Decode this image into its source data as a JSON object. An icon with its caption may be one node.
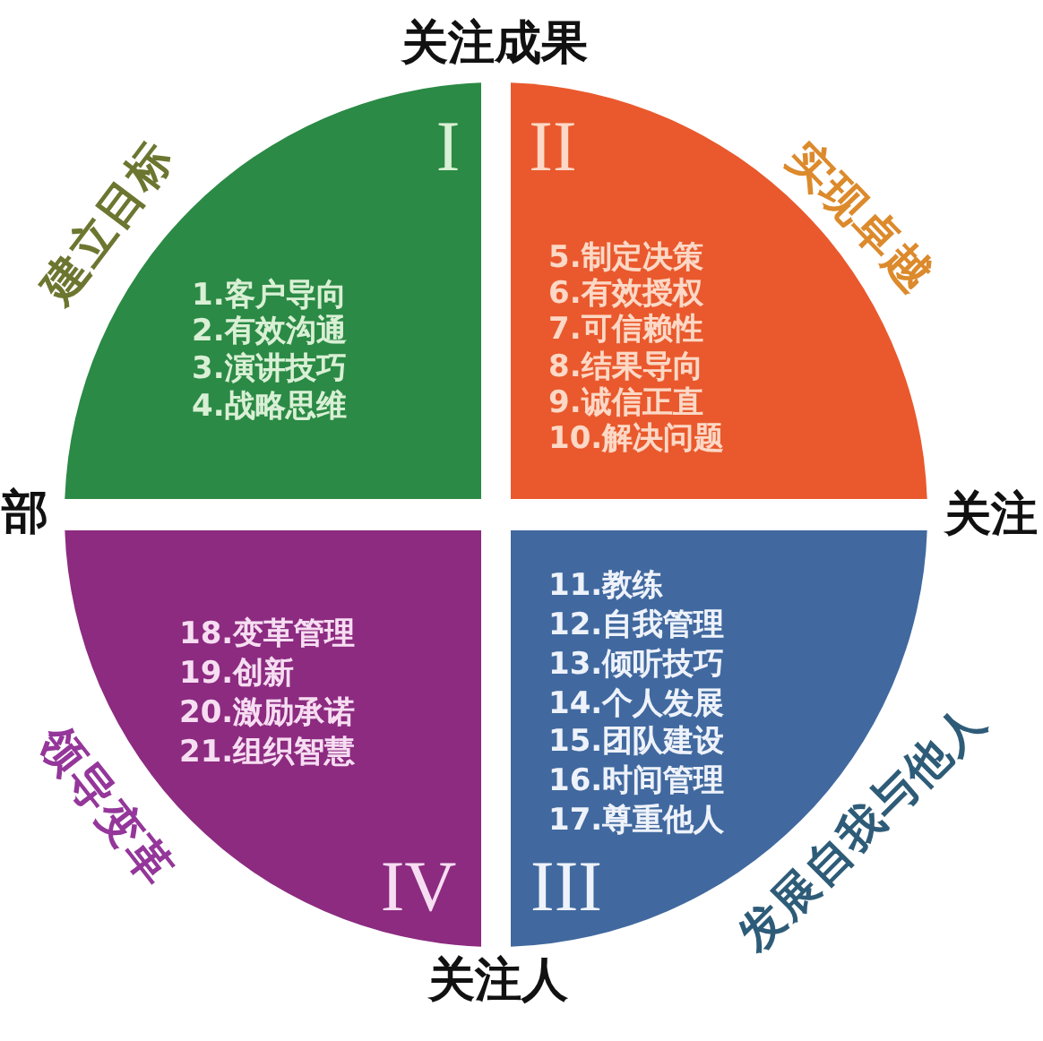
{
  "diagram": {
    "nodes": [
      {
        "text": [
          "建立目标",
          "I",
          "1.客户导向",
          "2.有效沟通",
          "3.演讲技巧",
          "4.战略思维"
        ]
      },
      {
        "text": [
          "实现卓越",
          "II",
          "5.制定决策",
          "6.有效授权",
          "7.可信赖性",
          "8.结果导向",
          "9.诚信正直",
          "10.解决问题"
        ]
      },
      {
        "text": [
          "领导变革",
          "18.变革管理",
          "19.创新",
          "20.激励承诺",
          "21.组织智慧",
          "IV"
        ]
      },
      {
        "text": [
          "发展自我与他人",
          "11.教练",
          "12.自我管理",
          "13.倾听技巧",
          "14.个人发展",
          "15.团队建设",
          "16.时间管理",
          "17.尊重他人",
          "III"
        ]
      }
    ],
    "labels": [
      "关注成果",
      "部",
      "关注",
      "关注人"
    ]
  }
}
